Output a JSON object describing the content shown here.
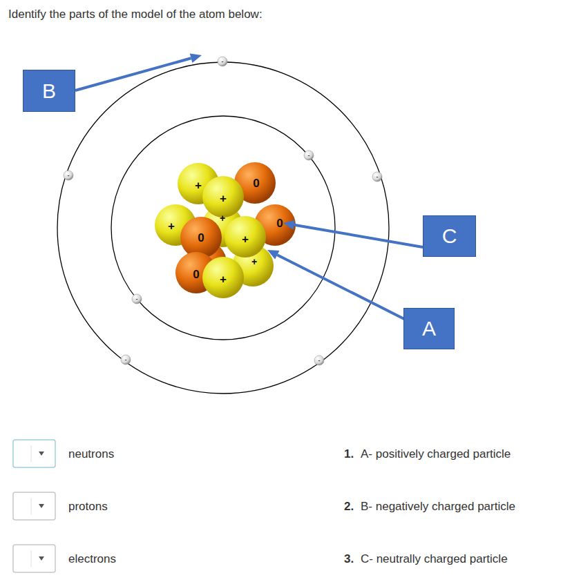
{
  "diagram": {
    "title": "Identify the parts of the model of the atom below:",
    "nodes": [
      {
        "text": [
          "B"
        ]
      },
      {
        "text": [
          "C"
        ]
      },
      {
        "text": [
          "A"
        ]
      }
    ],
    "labels": [
      "neutrons",
      "protons",
      "electrons",
      "1.",
      "A- positively charged particle",
      "2.",
      "B- negatively charged particle",
      "3.",
      "C- neutrally charged particle",
      "+",
      "+",
      "+",
      "+",
      "+",
      "+",
      "+",
      "0",
      "0",
      "0",
      "0",
      "-",
      "-",
      "-",
      "-",
      "-",
      "-",
      "-"
    ]
  }
}
